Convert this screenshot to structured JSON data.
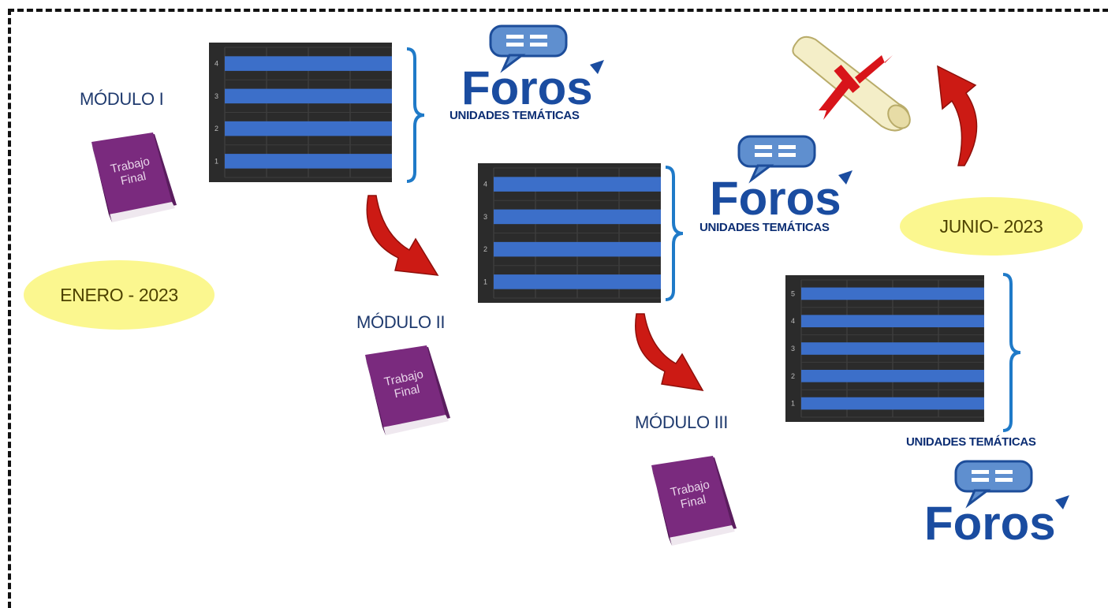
{
  "period": {
    "start": "ENERO - 2023",
    "end": "JUNIO- 2023"
  },
  "modules": [
    {
      "title": "MÓDULO I",
      "book_text": [
        "Trabajo",
        "Final"
      ],
      "units_label": "UNIDADES TEMÁTICAS",
      "forum_word": "Foros"
    },
    {
      "title": "MÓDULO II",
      "book_text": [
        "Trabajo",
        "Final"
      ],
      "units_label": "UNIDADES TEMÁTICAS",
      "forum_word": "Foros"
    },
    {
      "title": "MÓDULO III",
      "book_text": [
        "Trabajo",
        "Final"
      ],
      "units_label": "UNIDADES TEMÁTICAS",
      "forum_word": "Foros"
    }
  ],
  "colors": {
    "bar": "#3c6fc9",
    "chart_bg": "#2b2b2b",
    "oval": "#fbf78f",
    "book": "#7a2a7e",
    "arrow": "#cc1a14",
    "brace": "#1f7ac8"
  },
  "icons": [
    "book-icon",
    "forum-logo-icon",
    "red-arrow-icon",
    "diploma-icon",
    "brace-icon"
  ],
  "chart_data": [
    {
      "type": "bar",
      "orientation": "horizontal",
      "categories": [
        "1",
        "2",
        "3",
        "4"
      ],
      "values": [
        1,
        1,
        1,
        1
      ],
      "xlim": [
        0,
        1
      ]
    },
    {
      "type": "bar",
      "orientation": "horizontal",
      "categories": [
        "1",
        "2",
        "3",
        "4"
      ],
      "values": [
        1,
        1,
        1,
        1
      ],
      "xlim": [
        0,
        1
      ]
    },
    {
      "type": "bar",
      "orientation": "horizontal",
      "categories": [
        "1",
        "2",
        "3",
        "4",
        "5"
      ],
      "values": [
        1,
        1,
        1,
        1,
        1
      ],
      "xlim": [
        0,
        1
      ]
    }
  ]
}
